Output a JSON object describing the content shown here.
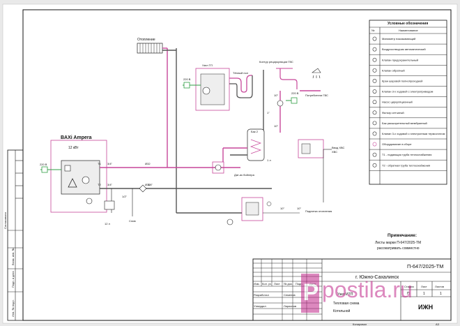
{
  "drawing": {
    "heating_label": "Отопление",
    "dhw_circuit_label": "Контур рециркуляции ГВС",
    "towel_rail_label": "Тёплый пол",
    "consumers_label": "Потребители ГВС",
    "node_label": "Узел ТП",
    "boiler_title": "BAXi Ampera",
    "boiler_power": "12 кВт",
    "boiler_sensor_label": "Дат-ик бойлера",
    "tank_label": "Бак",
    "tank_label_sub": "ХВС",
    "tank_fill_label": "Ввод ХВС",
    "feed_label": "Подпитка отопления",
    "drain_label": "Слив",
    "voltage_220": "220 В",
    "voltage_220b": "220 В",
    "voltage_boiler": "220 В",
    "boiler_vol": "1 л",
    "pipe_d32_top": "Ø32",
    "pipe_d32_bot": "Ø32",
    "pipe_34_a": "3/4\"",
    "pipe_34_b": "3/4\"",
    "pipe_34_c": "3/4\"",
    "pipe_12_a": "1/2\"",
    "pipe_1_a": "1\"",
    "pipe_10_a": "10°",
    "pipe_10_b": "10°",
    "pipe_10_c": "10°",
    "pipe_10_d": "10°",
    "pipe_t1": "T1",
    "pipe_t2": "T2",
    "n_12": "12 л",
    "n_pvz": "Бак 2"
  },
  "legend": {
    "title": "Условные обозначения",
    "col_num": "№",
    "col_name": "Наименование",
    "items": [
      {
        "num": "",
        "icon": "pressure-gauge-icon",
        "label": "Манометр показывающий"
      },
      {
        "num": "",
        "icon": "air-vent-icon",
        "label": "Воздухоотводчик автоматический"
      },
      {
        "num": "",
        "icon": "safety-valve-icon",
        "label": "Клапан предохранительный"
      },
      {
        "num": "",
        "icon": "check-valve-icon",
        "label": "Клапан обратный"
      },
      {
        "num": "",
        "icon": "ball-valve-icon",
        "label": "Кран шаровой полнопроходной"
      },
      {
        "num": "",
        "icon": "three-way-motor-valve-icon",
        "label": "Клапан 3-х ходовой с электроприводом"
      },
      {
        "num": "",
        "icon": "circulation-pump-icon",
        "label": "Насос циркуляционный"
      },
      {
        "num": "",
        "icon": "strainer-icon",
        "label": "Фильтр сетчатый"
      },
      {
        "num": "",
        "icon": "expansion-tank-icon",
        "label": "Бак расширительный мембранный"
      },
      {
        "num": "",
        "icon": "three-way-thermo-valve-icon",
        "label": "Клапан 3-х ходовой с электронным термостатом"
      },
      {
        "num": "",
        "icon": "assembly-box-icon",
        "label": "Оборудование в сборе"
      },
      {
        "num": "",
        "icon": "supply-line-icon",
        "label": "Т1 - подающая труба теплоснабжения"
      },
      {
        "num": "",
        "icon": "return-line-icon",
        "label": "Т2 - обратная труба теплоснабжения"
      }
    ]
  },
  "note": {
    "title": "Примечание:",
    "line1": "Листы марки П-647/2025-ТМ",
    "line2": "рассматривать совместно"
  },
  "title_block": {
    "code": "П-647/2025-ТМ",
    "city": "г. Южно-Сахалинск",
    "col_izm": "Изм.",
    "col_kol": "Кол. уч.",
    "col_list": "Лист",
    "col_ndok": "№ док.",
    "col_podp": "Подп.",
    "col_data": "Дата",
    "row_razrab": "Разработал",
    "row_razrab_name": "Семенов",
    "row_utverd": "Утвердил",
    "row_utverd_name": "Ларионов",
    "stage_h": "Стадия",
    "sheet_h": "Лист",
    "sheets_h": "Листов",
    "stage": "П",
    "sheet": "1",
    "sheets": "1",
    "subject1": "Узел ИТП",
    "subject2": "Тепловая схема",
    "subject3": "Котельной",
    "logo": "ИЖН",
    "copied": "Копировал",
    "format": "А3"
  },
  "side_stamp": {
    "agreed": "Согласовано",
    "inv_sub": "Взам. инв. №",
    "sign_date": "Подп. и дата",
    "inv_orig": "Инв. № подл."
  },
  "watermark": "postila.ru"
}
